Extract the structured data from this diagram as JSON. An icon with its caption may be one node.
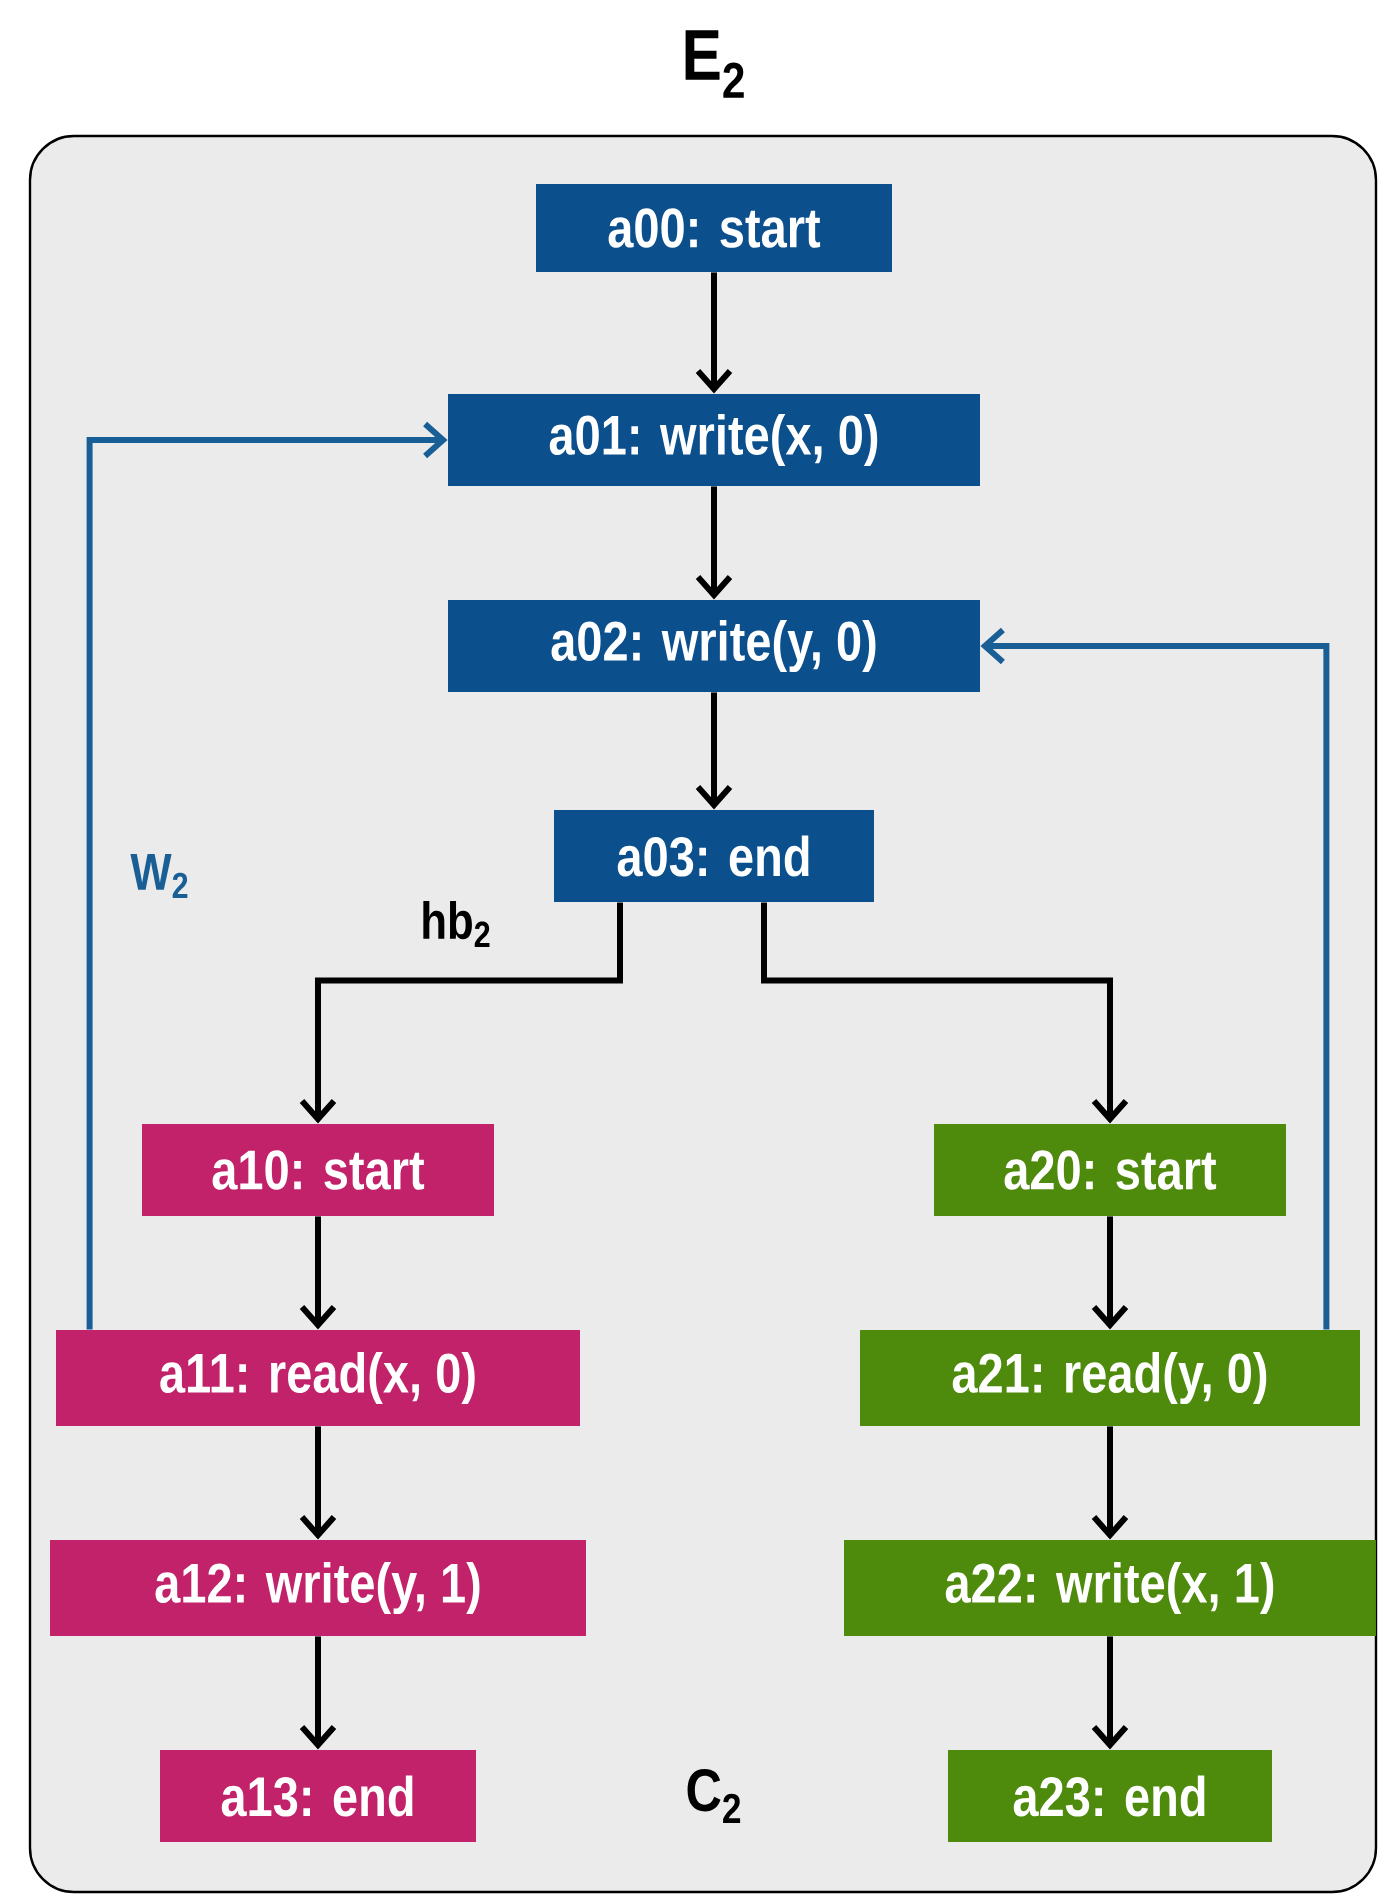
{
  "diagram": {
    "title": "E$_{2}$",
    "nodes": [
      {
        "text": [],
        "shape": "box"
      },
      {
        "text": [
          "a00: start"
        ],
        "in": 0
      },
      {
        "text": [
          "a01: write(x, 0)"
        ],
        "in": 0
      },
      {
        "text": [
          "a02: write(y, 0)"
        ],
        "in": 0
      },
      {
        "text": [
          "a03: end"
        ],
        "in": 0
      },
      {
        "text": [
          "a10: start"
        ],
        "in": 0
      },
      {
        "text": [
          "a11: read(x, 0)"
        ],
        "in": 0
      },
      {
        "text": [
          "a12: write(y, 1)"
        ],
        "in": 0
      },
      {
        "text": [
          "a13: end"
        ],
        "in": 0
      },
      {
        "text": [
          "a20: start"
        ],
        "in": 0
      },
      {
        "text": [
          "a21: read(y, 0)"
        ],
        "in": 0
      },
      {
        "text": [
          "a22: write(x, 1)"
        ],
        "in": 0
      },
      {
        "text": [
          "a23: end"
        ],
        "in": 0
      }
    ],
    "edges": [
      {
        "from": 1,
        "to": 2,
        "arrow": "to"
      },
      {
        "from": 2,
        "to": 3,
        "arrow": "to"
      },
      {
        "from": 3,
        "to": 4,
        "arrow": "to"
      },
      {
        "from": 4,
        "to": 5,
        "arrow": "to",
        "label": "hb$_{2}$"
      },
      {
        "from": 4,
        "to": 9,
        "arrow": "to"
      },
      {
        "from": 5,
        "to": 6,
        "arrow": "to"
      },
      {
        "from": 6,
        "to": 7,
        "arrow": "to"
      },
      {
        "from": 7,
        "to": 8,
        "arrow": "to"
      },
      {
        "from": 9,
        "to": 10,
        "arrow": "to"
      },
      {
        "from": 10,
        "to": 11,
        "arrow": "to"
      },
      {
        "from": 11,
        "to": 12,
        "arrow": "to"
      },
      {
        "from": 6,
        "to": 2,
        "arrow": "to",
        "label": "W$_{2}$",
        "color": "#1a5e96"
      },
      {
        "from": 10,
        "to": 3,
        "arrow": "to",
        "color": "#1a5e96"
      }
    ],
    "labels": [
      "C$_{2}$"
    ]
  }
}
